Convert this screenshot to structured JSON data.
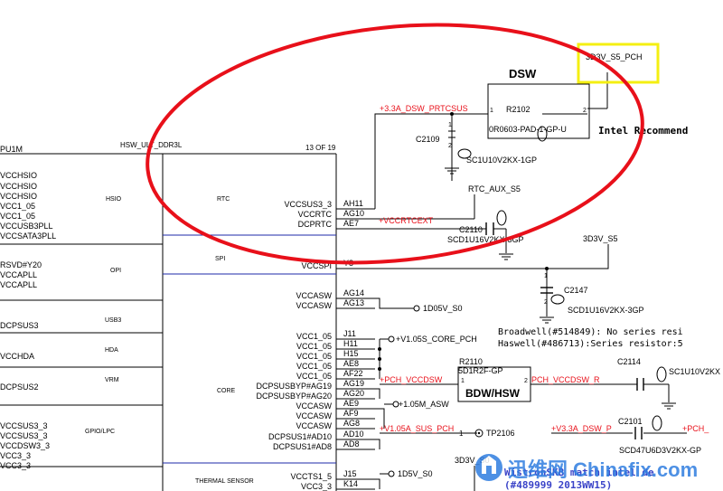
{
  "part": {
    "ref": "PU1M",
    "name": "HSW_ULT_DDR3L",
    "sheet": "13 OF 19",
    "groups": [
      "HSIO",
      "OPI",
      "USB3",
      "HDA",
      "VRM",
      "GPIO/LPC",
      "RTC",
      "SPI",
      "CORE",
      "THERMAL SENSOR"
    ],
    "left_pins": [
      "VCCHSIO",
      "VCCHSIO",
      "VCCHSIO",
      "VCC1_05",
      "VCC1_05",
      "VCCUSB3PLL",
      "VCCSATA3PLL",
      "RSVD#Y20",
      "VCCAPLL",
      "VCCAPLL",
      "DCPSUS3",
      "VCCHDA",
      "DCPSUS2",
      "VCCSUS3_3",
      "VCCSUS3_3",
      "VCCDSW3_3",
      "VCC3_3",
      "VCC3_3"
    ],
    "right_pin_names": [
      "VCCSUS3_3",
      "VCCRTC",
      "DCPRTC",
      "VCCSPI",
      "VCCASW",
      "VCCASW",
      "VCC1_05",
      "VCC1_05",
      "VCC1_05",
      "VCC1_05",
      "VCC1_05",
      "DCPSUSBYP#AG19",
      "DCPSUSBYP#AG20",
      "VCCASW",
      "VCCASW",
      "VCCASW",
      "DCPSUS1#AD10",
      "DCPSUS1#AD8",
      "VCCTS1_5",
      "VCC3_3"
    ],
    "right_pin_numbers": [
      "AH11",
      "AG10",
      "AE7",
      "Y8",
      "AG14",
      "AG13",
      "J11",
      "H11",
      "H15",
      "AE8",
      "AF22",
      "AG19",
      "AG20",
      "AE9",
      "AF9",
      "AG8",
      "AD10",
      "AD8",
      "J15",
      "K14"
    ]
  },
  "nets": {
    "dsw_prtcsus": "+3.3A_DSW_PRTCSUS",
    "vccrtcext": "+VCCRTCEXT",
    "rtc_aux": "RTC_AUX_S5",
    "pwr_3d3v_s5": "3D3V_S5",
    "pwr_3d3v_s5_pch": "3D3V_S5_PCH",
    "vccasw_1d05": "1D05V_S0",
    "core_pch": "+V1.05S_CORE_PCH",
    "pch_vccdsw": "+PCH_VCCDSW",
    "pch_vccdsw_r": "PCH_VCCDSW_R",
    "asw_1d05": "+1.05M_ASW",
    "sus_pch": "+V1.05A_SUS_PCH",
    "dsw_p": "+V3.3A_DSW_P",
    "pch_right": "+PCH_",
    "ts_1d5": "1D5V_S0",
    "pwr_3d3v_s0": "3D3V_S0"
  },
  "components": {
    "r2102": {
      "ref": "R2102",
      "value": "0R0603-PAD-1-GP-U",
      "pin1": "1",
      "pin2": "2"
    },
    "c2109": {
      "ref": "C2109",
      "value": "SC1U10V2KX-1GP",
      "pin1": "1",
      "pin2": "2"
    },
    "c2110": {
      "ref": "C2110",
      "value": "SCD1U16V2KX-3GP"
    },
    "c2147": {
      "ref": "C2147",
      "value": "SCD1U16V2KX-3GP",
      "pin1": "1",
      "pin2": "2"
    },
    "r2110": {
      "ref": "R2110",
      "value": "5D1R2F-GP",
      "pin1": "1",
      "pin2": "2"
    },
    "c2114": {
      "ref": "C2114",
      "value": "SC1U10V2KX"
    },
    "c2101": {
      "ref": "C2101",
      "value": "SCD47U6D3V2KX-GP"
    },
    "tp2106": {
      "ref": "TP2106",
      "pin": "1"
    }
  },
  "annotations": {
    "dsw": "DSW",
    "intel_recommend": "Intel Recommend",
    "bdw_hsw": "BDW/HSW",
    "broadwell": "Broadwell(#514849): No series resi",
    "haswell": "Haswell(#486713):Series resistor:5",
    "wistron": "WistronSKB match intel de",
    "wistron2": "(#489999 2013WW15)",
    "watermark_cn": "迅维网",
    "watermark_en": "Chinafix.com"
  },
  "colors": {
    "annotation_red": "#e8101a",
    "highlight_yellow": "#f4ef12",
    "wire": "#000000",
    "bus_blue": "#1e2aa8",
    "net_red": "#e8101a"
  }
}
